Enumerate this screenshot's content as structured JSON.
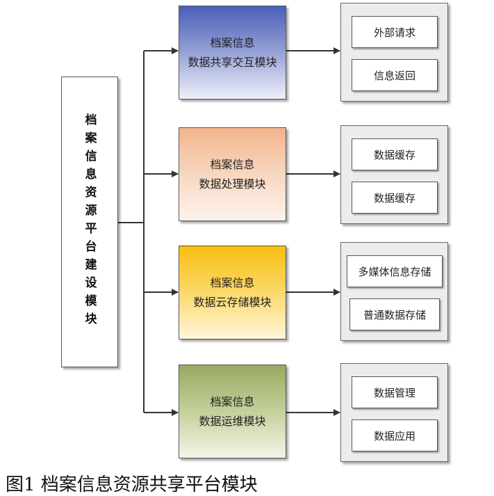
{
  "root": {
    "label": "档案信息资源平台建设模块"
  },
  "modules": [
    {
      "line1": "档案信息",
      "line2": "数据共享交互模块",
      "items": [
        "外部请求",
        "信息返回"
      ]
    },
    {
      "line1": "档案信息",
      "line2": "数据处理模块",
      "items": [
        "数据缓存",
        "数据缓存"
      ]
    },
    {
      "line1": "档案信息",
      "line2": "数据云存储模块",
      "items": [
        "多媒体信息存储",
        "普通数据存储"
      ]
    },
    {
      "line1": "档案信息",
      "line2": "数据运维模块",
      "items": [
        "数据管理",
        "数据应用"
      ]
    }
  ],
  "caption": "图1 档案信息资源共享平台模块"
}
